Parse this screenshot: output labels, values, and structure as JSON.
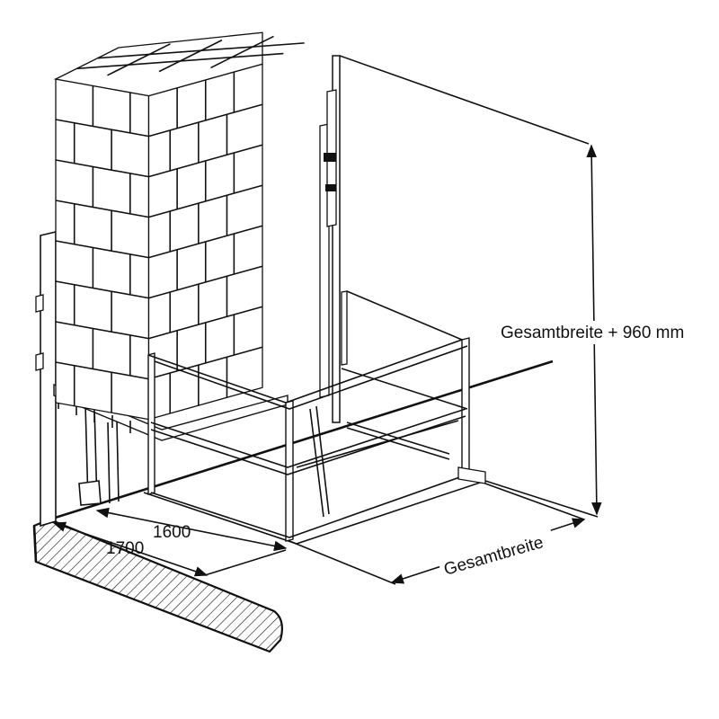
{
  "labels": {
    "height_dimension": "Gesamtbreite + 960 mm",
    "width_dimension": "Gesamtbreite",
    "dim_1600": "1600",
    "dim_1700": "1700"
  },
  "colors": {
    "line": "#111111",
    "background": "#ffffff"
  }
}
